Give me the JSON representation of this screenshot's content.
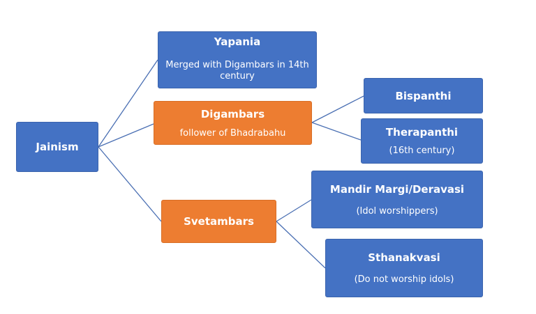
{
  "nodes": {
    "jainism": {
      "title": "Jainism",
      "color": "#4472c4"
    },
    "yapania": {
      "title": "Yapania",
      "subtitle": "Merged with Digambars in 14th century",
      "color": "#4472c4"
    },
    "digambars": {
      "title": "Digambars",
      "subtitle": "follower of Bhadrabahu",
      "color": "#ed7d31"
    },
    "svetambars": {
      "title": "Svetambars",
      "color": "#ed7d31"
    },
    "bispanthi": {
      "title": "Bispanthi",
      "color": "#4472c4"
    },
    "therapanthi": {
      "title": "Therapanthi",
      "subtitle": "(16th century)",
      "color": "#4472c4"
    },
    "mandir_margi": {
      "title": "Mandir Margi/Deravasi",
      "subtitle": "(Idol worshippers)",
      "color": "#4472c4"
    },
    "sthanakvasi": {
      "title": "Sthanakvasi",
      "subtitle": "(Do not worship idols)",
      "color": "#4472c4"
    }
  },
  "colors": {
    "connector": "#4a6fb3",
    "primary_box": "#4472c4",
    "secondary_box": "#ed7d31"
  }
}
